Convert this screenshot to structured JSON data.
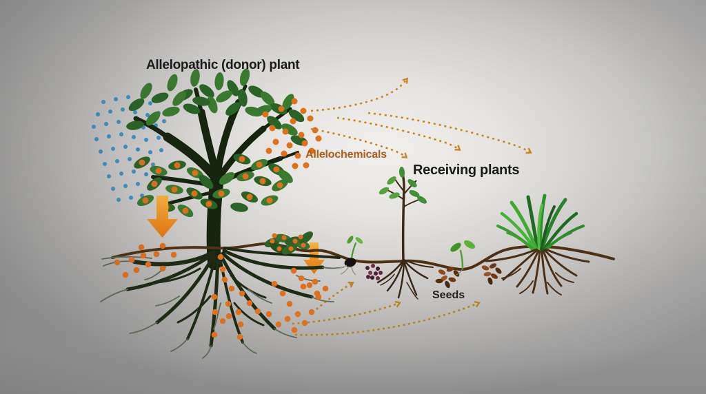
{
  "diagram": {
    "title": "Allelopathic (donor) plant",
    "labels": {
      "allelochemicals": "Allelochemicals",
      "receiving_plants": "Receiving plants",
      "seeds": "Seeds"
    },
    "elements": {
      "donor_tree": "large tree with green canopy and roots",
      "blue_droplets": "blue droplet cluster falling through canopy",
      "airborne_allelochemicals": "orange dots released from canopy",
      "airborne_arrows": "4 dashed orange arrows toward receiving plants",
      "soil_arrows": "3 dashed arrows through soil toward seeds",
      "down_arrows": "2 solid orange arrows into soil",
      "leaf_litter": "fallen leaves with orange dots on soil",
      "germinating_seed": "sprouting seed at soil line",
      "receiving_sapling": "young receiving plant with roots",
      "seedling_sprout": "two-leaf seedling",
      "seed_clusters": "dark and brown seed groups in soil",
      "receiving_grass": "grass clump with roots"
    },
    "colors": {
      "background_center": "#f2f0ee",
      "background_edge": "#949494",
      "title_text": "#1b1b1b",
      "allelochemicals_text": "#b35a14",
      "seeds_text": "#26211c",
      "blue_dot": "#3e8fc0",
      "orange_dot": "#e0701a",
      "arrow_air": "#c8861c",
      "arrow_underground": "#b8841a",
      "down_arrow_light": "#f5b13f",
      "down_arrow_dark": "#e2760e",
      "ground_brown": "#4d3115",
      "tree_dark": "#16240f",
      "leaf_green_dark": "#2a6326",
      "leaf_green_light": "#397a2e",
      "grass_green": "#2f9129",
      "seed_brown": "#8a4a20",
      "seed_dark_maroon": "#4a2138"
    }
  }
}
